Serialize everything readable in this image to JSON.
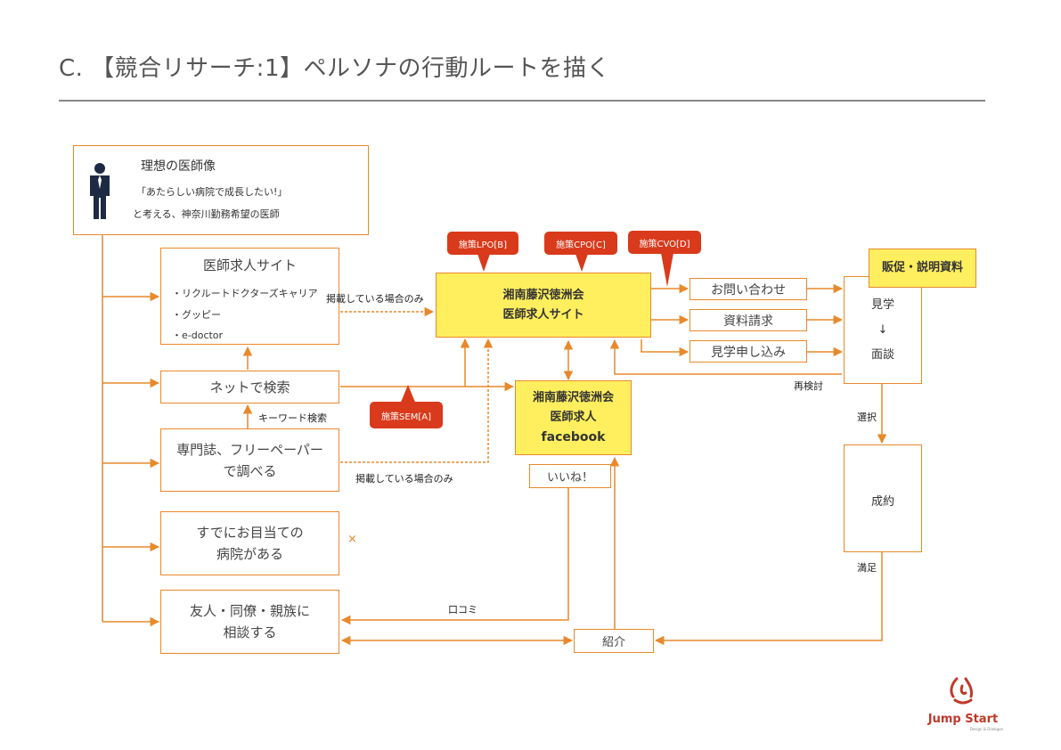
{
  "title": "C. 【競合リサーチ:1】ペルソナの行動ルートを描く",
  "persona": {
    "heading": "理想の医師像",
    "quote": "「あたらしい病院で成長したい!」",
    "desc": "と考える、神奈川勤務希望の医師"
  },
  "job_sites": {
    "title": "医師求人サイト",
    "items": [
      "・リクルートドクターズキャリア",
      "・グッピー",
      "・e-doctor"
    ]
  },
  "net_search": "ネットで検索",
  "magazine": {
    "line1": "専門誌、フリーペーパー",
    "line2": "で調べる"
  },
  "already": {
    "line1": "すでにお目当ての",
    "line2": "病院がある"
  },
  "friends": {
    "line1": "友人・同僚・親族に",
    "line2": "相談する"
  },
  "main_site": {
    "line1": "湘南藤沢徳洲会",
    "line2": "医師求人サイト"
  },
  "facebook": {
    "line1": "湘南藤沢徳洲会",
    "line2": "医師求人",
    "line3": "facebook"
  },
  "like": "いいね！",
  "intro": "紹介",
  "actions": [
    "お問い合わせ",
    "資料請求",
    "見学申し込み"
  ],
  "sales_material": "販促・説明資料",
  "visit": {
    "line1": "見学",
    "arrow": "↓",
    "line2": "面談"
  },
  "contract": "成約",
  "measures": {
    "lpo": "施策LPO[B]",
    "cpo": "施策CPO[C]",
    "cvo": "施策CVO[D]",
    "sem": "施策SEM[A]"
  },
  "labels": {
    "listed_only_1": "掲載している場合のみ",
    "listed_only_2": "掲載している場合のみ",
    "keyword": "キーワード検索",
    "reconsider": "再検討",
    "select": "選択",
    "satisfied": "満足",
    "word_of_mouth": "口コミ",
    "cross": "×"
  },
  "logo": {
    "text": "Jump Start",
    "sub": "Design & Dialogue"
  },
  "colors": {
    "orange": "#e8892b",
    "yellow": "#ffef5e",
    "red": "#d93a1b"
  }
}
